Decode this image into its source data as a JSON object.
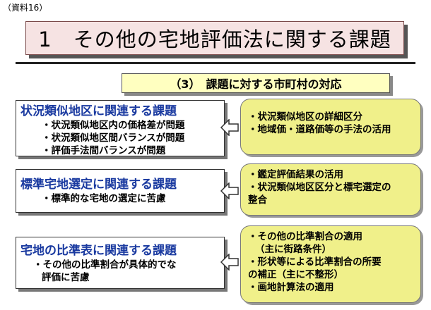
{
  "doc_ref": "（資料16）",
  "title": "1　その他の宅地評価法に関する課題",
  "section": "（3）　課題に対する市町村の対応",
  "issues": [
    {
      "title": "状況類似地区に関連する課題",
      "items": [
        "・状況類似地区内の価格差が問題",
        "・状況類似地区間バランスが問題",
        "・評価手法間バランスが問題"
      ],
      "responses": [
        "・状況類似地区の詳細区分",
        "・地域価・道路価等の手法の活用"
      ]
    },
    {
      "title": "標準宅地選定に関連する課題",
      "items": [
        "・標準的な宅地の選定に苦慮"
      ],
      "responses": [
        "・鑑定評価結果の活用",
        "・状況類似地区区分と標宅選定の",
        "整合"
      ]
    },
    {
      "title": "宅地の比準表に関連する課題",
      "items": [
        "・その他の比準割合が具体的でな",
        "評価に苦慮"
      ],
      "responses": [
        "・その他の比準割合の適用",
        "（主に街路条件）",
        "・形状等による比準割合の所要",
        "の補正（主に不整形）",
        "・画地計算法の適用"
      ]
    }
  ]
}
